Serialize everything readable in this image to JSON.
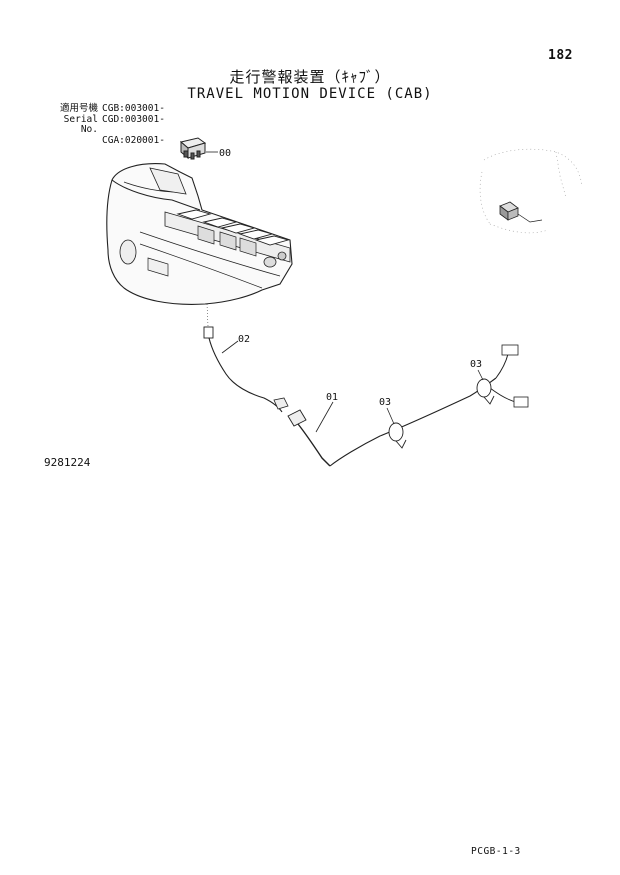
{
  "page": {
    "number": "182",
    "title_jp": "走行警報装置（ｷｬﾌﾞ）",
    "title_en": "TRAVEL MOTION DEVICE (CAB)",
    "figure_number": "9281224",
    "footer_code": "PCGB-1-3"
  },
  "applicability": {
    "label_jp": "適用号機",
    "label_en": "Serial No.",
    "serials": [
      "CGB:003001-",
      "CGD:003001-",
      "CGA:020001-"
    ]
  },
  "callouts": {
    "c00": "00",
    "c01": "01",
    "c02": "02",
    "c03a": "03",
    "c03b": "03"
  }
}
